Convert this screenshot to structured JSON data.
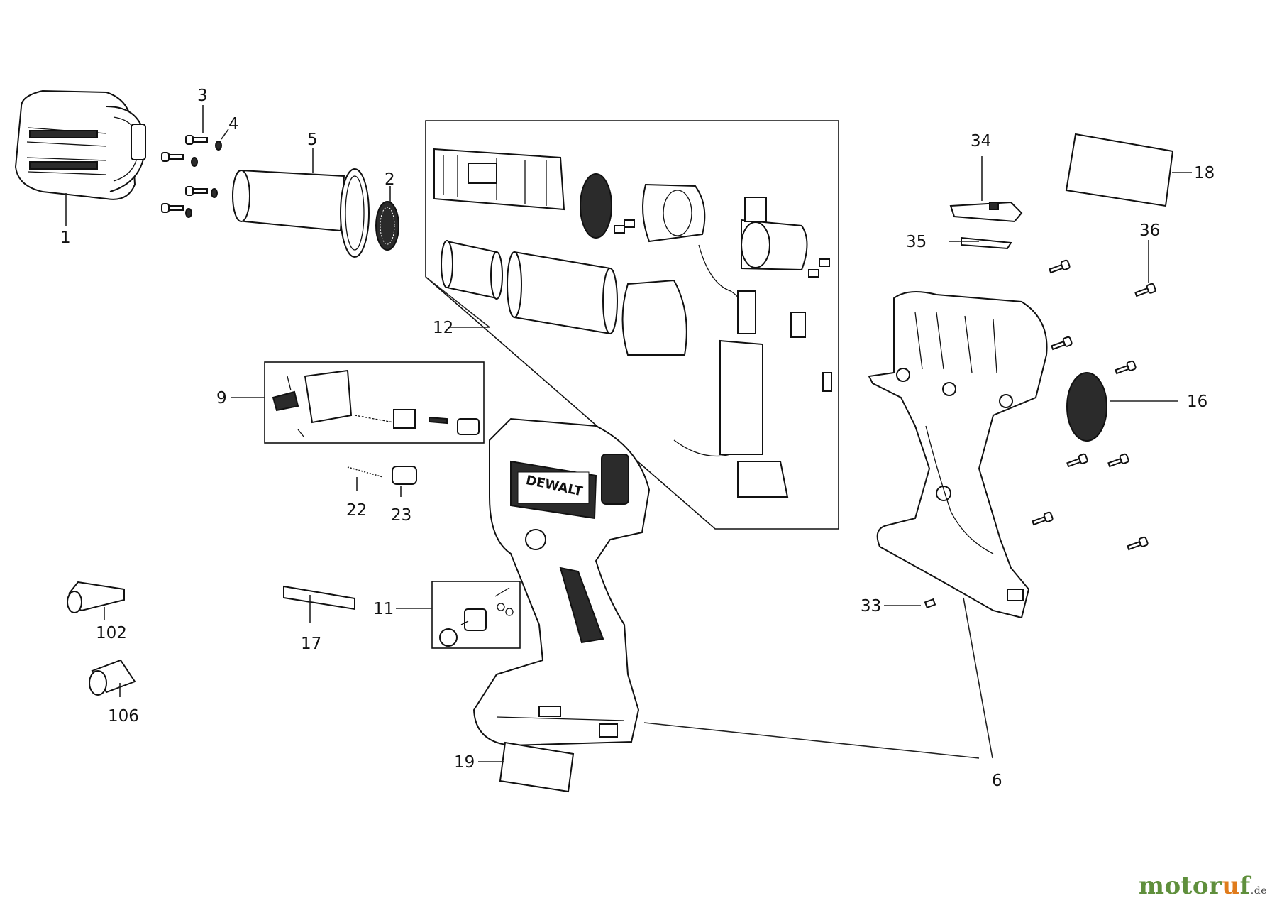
{
  "diagram": {
    "labels": [
      "1",
      "2",
      "3",
      "4",
      "5",
      "6",
      "9",
      "11",
      "12",
      "16",
      "17",
      "18",
      "19",
      "22",
      "23",
      "33",
      "34",
      "35",
      "36",
      "102",
      "106"
    ],
    "brand_on_housing": "DEWALT"
  },
  "watermark": {
    "part1": "motor",
    "part2": "u",
    "part3": "f",
    "suffix": ".de"
  }
}
